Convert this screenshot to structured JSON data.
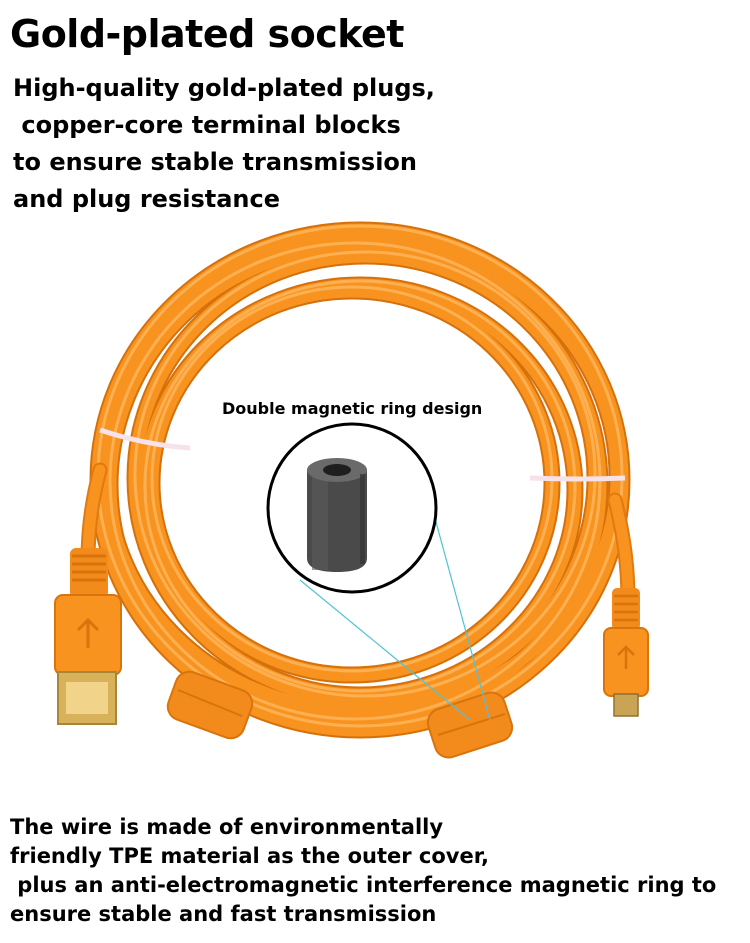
{
  "title": "Gold-plated socket",
  "intro_lines": [
    "High-quality gold-plated plugs,",
    " copper-core terminal blocks",
    "to ensure stable transmission",
    "and plug resistance"
  ],
  "ring_label": "Double magnetic ring design",
  "footer_lines": [
    "The wire is made of environmentally",
    "friendly TPE material as the outer cover,",
    " plus an anti-electromagnetic interference magnetic ring to",
    "ensure stable and fast transmission"
  ],
  "colors": {
    "cable": "#f7931e",
    "cable_shadow": "#e07a10",
    "cable_highlight": "#ffb457",
    "plug_gold": "#d8b25a",
    "ferrite": "#4a4a4a",
    "callout_line": "#4fc3d9"
  },
  "icons": {
    "usb_a": "usb-a-plug-icon",
    "micro_usb": "micro-usb-plug-icon",
    "ferrite": "ferrite-core-icon"
  }
}
